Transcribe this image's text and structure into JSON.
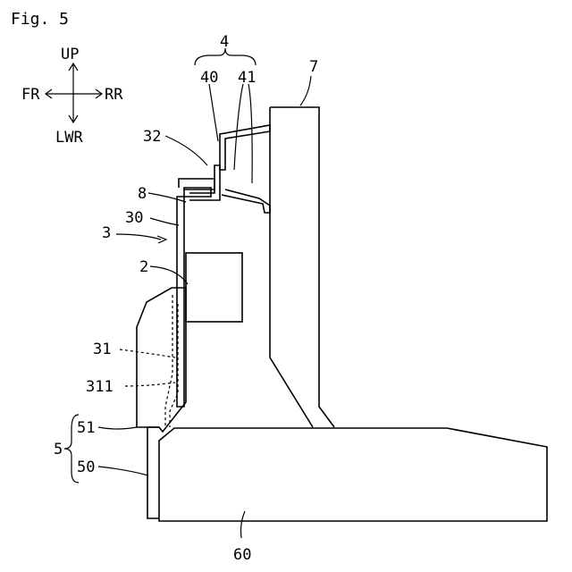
{
  "figure": {
    "caption": "Fig. 5"
  },
  "directions": {
    "up": "UP",
    "front": "FR",
    "rear": "RR",
    "lower": "LWR"
  },
  "labels": {
    "n4": "4",
    "n40": "40",
    "n41": "41",
    "n7": "7",
    "n32": "32",
    "n8": "8",
    "n30": "30",
    "n3": "3",
    "n2": "2",
    "n31": "31",
    "n311": "311",
    "n5": "5",
    "n51": "51",
    "n50": "50",
    "n60": "60"
  }
}
